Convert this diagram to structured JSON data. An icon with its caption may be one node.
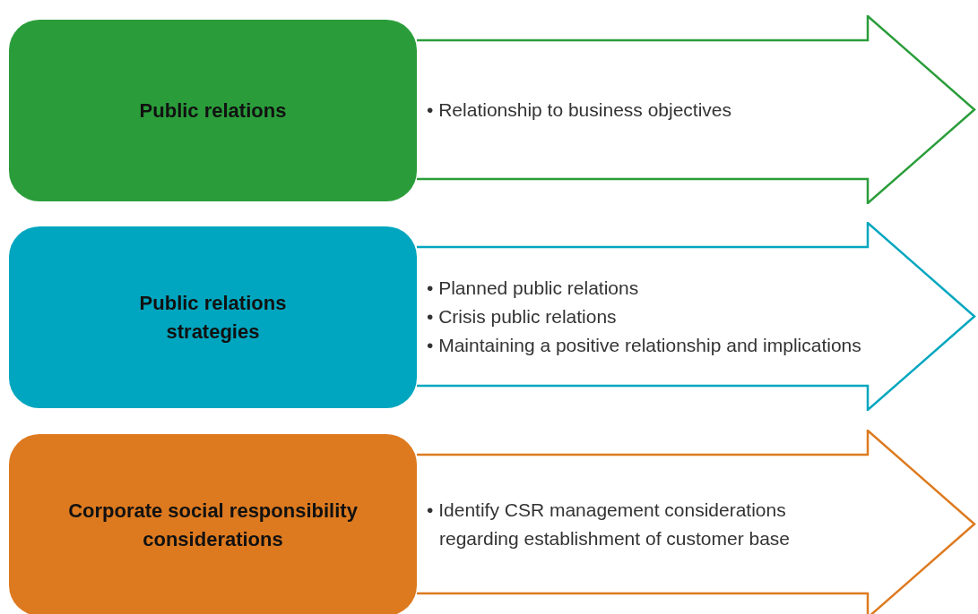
{
  "diagram": {
    "nodes": [
      {
        "text": [
          "Public relations"
        ]
      },
      {
        "text": [
          "• Relationship to business objectives"
        ]
      },
      {
        "text": [
          "Public relations strategies"
        ]
      },
      {
        "text": [
          "• Planned public relations",
          "• Crisis public relations",
          "• Maintaining a positive relationship and implications"
        ]
      },
      {
        "text": [
          "Corporate social responsibility considerations"
        ]
      },
      {
        "text": [
          "• Identify CSR management considerations regarding establishment of customer base"
        ]
      }
    ]
  }
}
